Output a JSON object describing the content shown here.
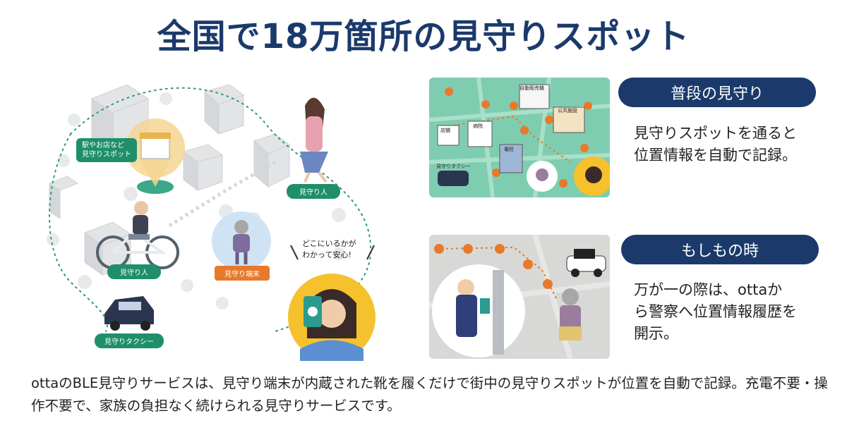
{
  "title": "全国で18万箇所の見守りスポット",
  "illustration": {
    "labels": {
      "station_store": "駅やお店など\n見守りスポット",
      "walker": "見守り人",
      "cyclist": "見守り人",
      "device": "見守り端末",
      "taxi": "見守りタクシー",
      "speech": "どこにいるかが\nわかって安心!"
    }
  },
  "daily": {
    "heading": "普段の見守り",
    "description": "見守りスポットを通ると\n位置情報を自動で記録。",
    "map_labels": {
      "vending": "自動販売機",
      "park": "公共施設",
      "shop": "店舗",
      "hospital": "病院",
      "pole": "電柱",
      "taxi": "見守りタクシー"
    }
  },
  "emergency": {
    "heading": "もしもの時",
    "description": "万が一の際は、ottaか\nら警察へ位置情報履歴を\n開示。"
  },
  "footer": {
    "text": "ottaのBLE見守りサービスは、見守り端末が内蔵された靴を履くだけで街中の見守りスポットが位置を自動で記録。充電不要・操作不要で、家族の負担なく続けられる見守りサービスです。"
  },
  "colors": {
    "navy": "#1b3a6b",
    "teal": "#1f8f6a",
    "orange": "#e8792b",
    "map_green": "#7fcdb1",
    "map_gray": "#d8d9d6"
  }
}
